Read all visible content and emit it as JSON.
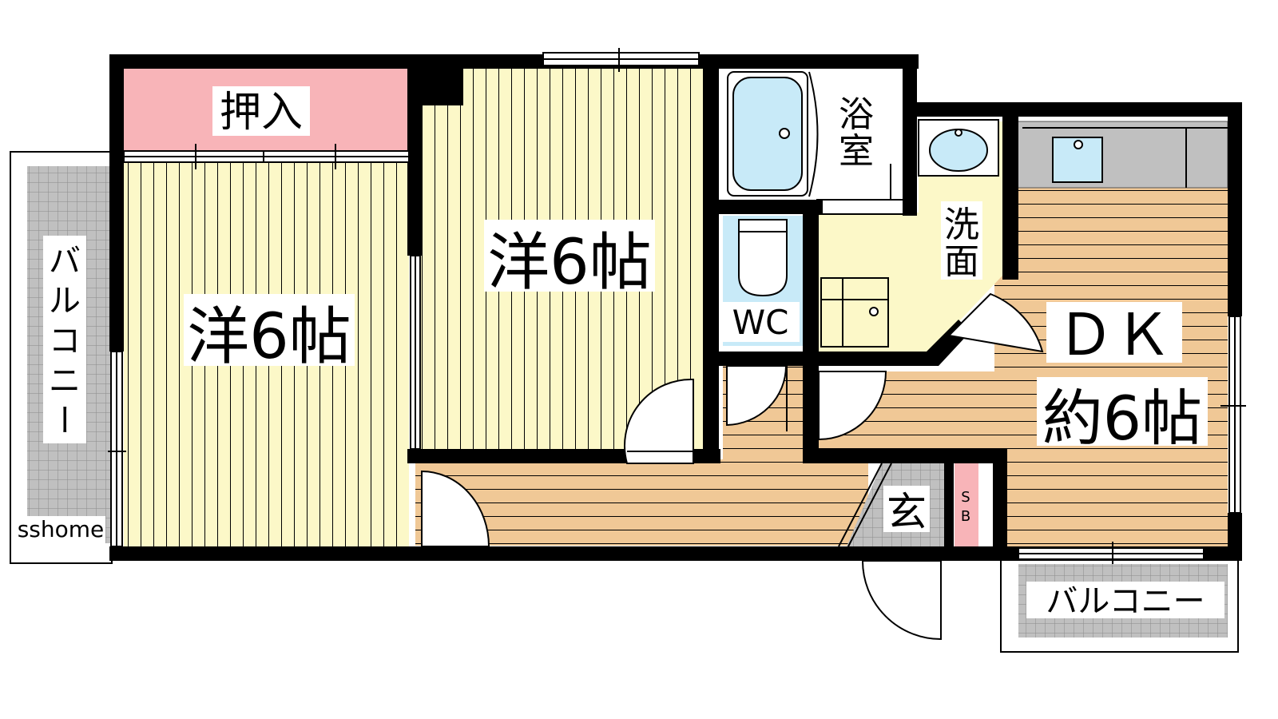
{
  "watermark": "sshome",
  "colors": {
    "wall": "#000000",
    "tatami_floor": "#fcf8c8",
    "wood_floor": "#f0c896",
    "closet": "#f8b4b8",
    "tile": "#c0c0c0",
    "bath_blue": "#c8eaf8",
    "line": "#000000"
  },
  "rooms": {
    "closet": "押入",
    "western_left": "洋6帖",
    "western_center": "洋6帖",
    "bath": [
      "浴",
      "室"
    ],
    "wash": [
      "洗",
      "面"
    ],
    "wc": "WC",
    "dk": "ＤＫ",
    "dk_size": "約6帖",
    "entrance": "玄",
    "shoe_box": [
      "S",
      "B"
    ],
    "balcony_left": [
      "バ",
      "ル",
      "コ",
      "ニ",
      "ー"
    ],
    "balcony_bottom": "バルコニー"
  }
}
